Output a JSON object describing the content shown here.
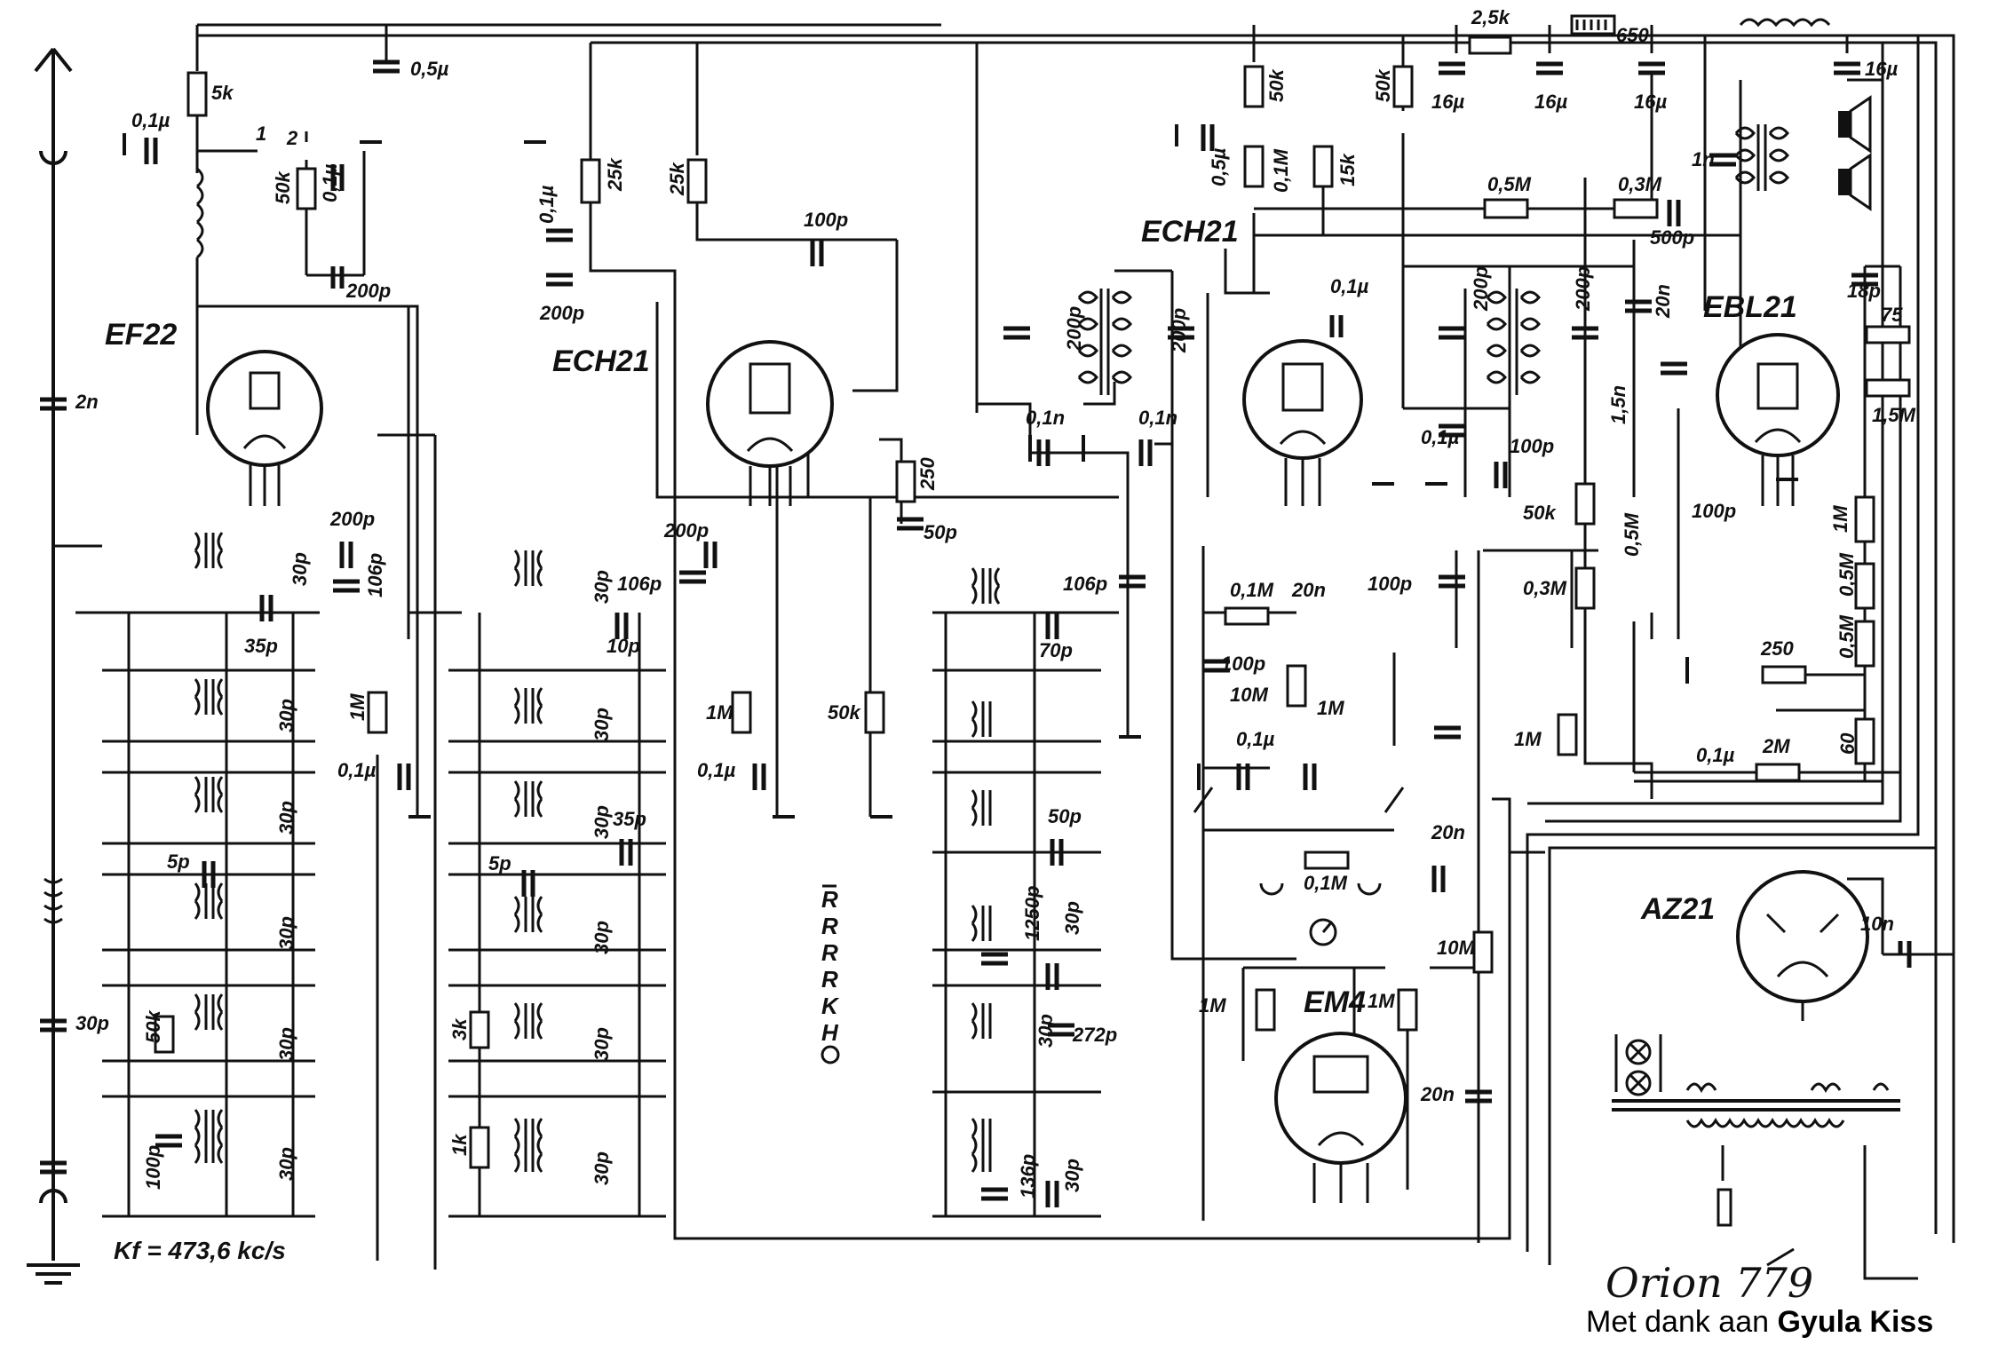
{
  "title": "Orion 779",
  "credit_prefix": "Met dank aan",
  "credit_name": "Gyula Kiss",
  "if_note": "Kf = 473,6 kc/s",
  "tubes": [
    "EF22",
    "ECH21",
    "ECH21",
    "EBL21",
    "EM4",
    "AZ21"
  ],
  "switch_legend": [
    "R",
    "R",
    "R",
    "R",
    "K",
    "H"
  ],
  "labels": {
    "r5k": "5k",
    "c01u_a": "0,1µ",
    "n1": "1",
    "n2": "2",
    "r50k_a": "50k",
    "c01u_b": "0,1µ",
    "c200p_a": "200p",
    "c05u_a": "0,5µ",
    "c2n": "2n",
    "c30p_ant": "30p",
    "c01u_c": "0,1µ",
    "r25k_a": "25k",
    "c200p_b": "200p",
    "r25k_b": "25k",
    "c100p_a": "100p",
    "c200p_c": "200p",
    "c200p_d": "200p",
    "c01n_a": "0,1n",
    "c01n_b": "0,1n",
    "r2_5k": "2,5k",
    "r650": "650",
    "c16u_a": "16µ",
    "c16u_b": "16µ",
    "c16u_c": "16µ",
    "c16u_d": "16µ",
    "r50k_b": "50k",
    "r50k_c": "50k",
    "c05u_b": "0,5µ",
    "r01M_a": "0,1M",
    "r15k": "15k",
    "r05M_a": "0,5M",
    "r03M_a": "0,3M",
    "c500p": "500p",
    "c1n": "1n",
    "c01u_d": "0,1µ",
    "c200p_e": "200p",
    "c200p_f": "200p",
    "c20n_a": "20n",
    "c18p": "18p",
    "r75": "75",
    "c15n": "1,5n",
    "r15M": "1,5M",
    "c01u_e": "0,1µ",
    "c100p_b": "100p",
    "r50k_d": "50k",
    "r05M_b": "0,5M",
    "c100p_c": "100p",
    "r1M_a": "1M",
    "r05M_c": "0,5M",
    "r05M_d": "0,5M",
    "r250_a": "250",
    "c100p_d": "100p",
    "r03M_b": "0,3M",
    "r01M_b": "0,1M",
    "c20n_b": "20n",
    "c100p_e": "100p",
    "r10M_a": "10M",
    "r1M_b": "1M",
    "c01u_f": "0,1µ",
    "r1M_c": "1M",
    "c01u_g": "0,1µ",
    "r2M": "2M",
    "r60": "60",
    "c20n_c": "20n",
    "r01M_c": "0,1M",
    "r10M_b": "10M",
    "r1M_d": "1M",
    "r1M_e": "1M",
    "c20n_d": "20n",
    "c10n": "10n",
    "c200p_g": "200p",
    "c30p_a": "30p",
    "c106p_a": "106p",
    "c35p_a": "35p",
    "r1M_f": "1M",
    "c01u_h": "0,1µ",
    "c30p_b": "30p",
    "c30p_c": "30p",
    "c5p_a": "5p",
    "c30p_d": "30p",
    "r50k_e": "50k",
    "c30p_e": "30p",
    "c100p_f": "100p",
    "c30p_f": "30p",
    "c200p_h": "200p",
    "c30p_g": "30p",
    "c106p_b": "106p",
    "c10p": "10p",
    "r1M_g": "1M",
    "c01u_i": "0,1µ",
    "c30p_h": "30p",
    "c30p_i": "30p",
    "c35p_b": "35p",
    "c5p_b": "5p",
    "c30p_j": "30p",
    "r3k": "3k",
    "c30p_k": "30p",
    "r1k": "1k",
    "c30p_l": "30p",
    "r250_b": "250",
    "c50p_a": "50p",
    "r50k_f": "50k",
    "c106p_c": "106p",
    "c70p": "70p",
    "c50p_b": "50p",
    "c1250p": "1250p",
    "c30p_m": "30p",
    "c30p_n": "30p",
    "c272p": "272p",
    "c136p": "136p",
    "c30p_o": "30p"
  }
}
